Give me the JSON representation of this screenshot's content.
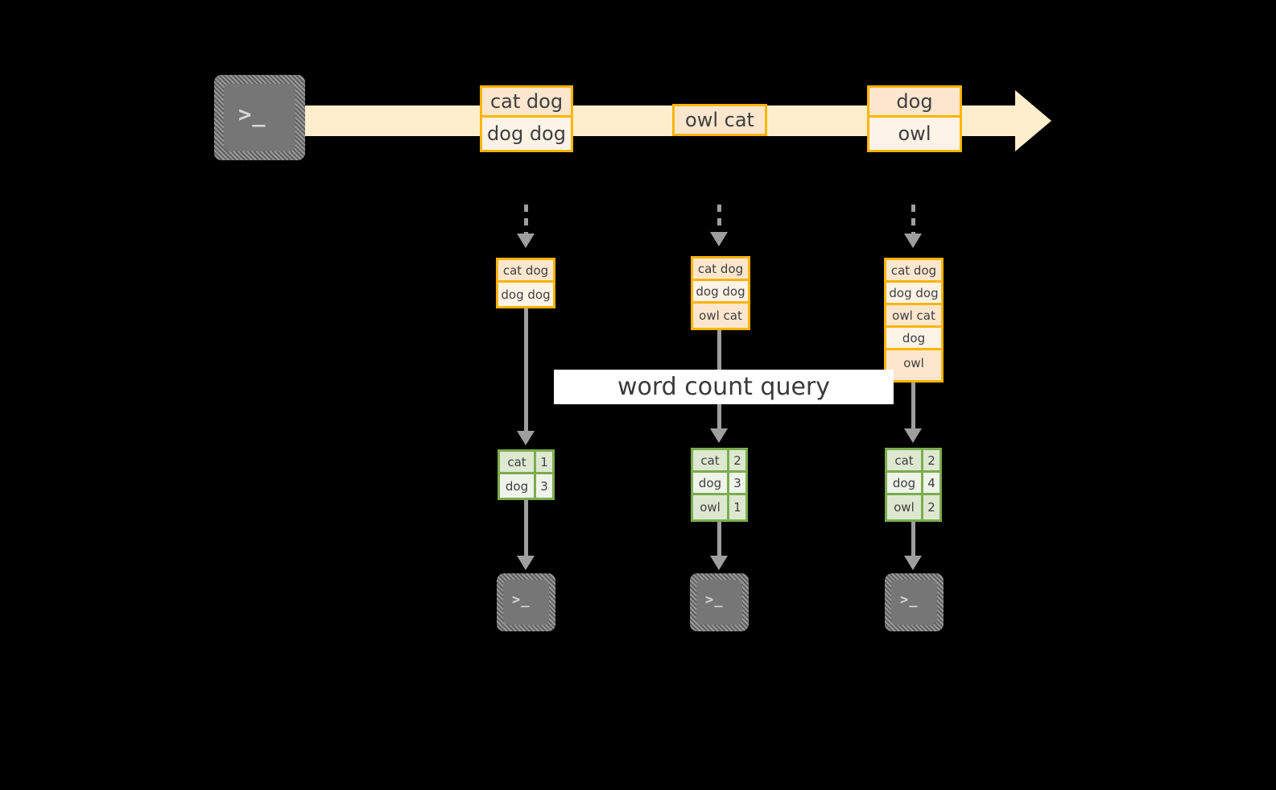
{
  "diagram": {
    "title_label": "word count query",
    "colors": {
      "stream_band": "#FEEFCC",
      "record_border": "#FFB400",
      "record_fill_dark": "#FCE6CD",
      "record_fill_light": "#FDF3E6",
      "result_border": "#7BAD4E",
      "result_fill_dark": "#DEE8D1",
      "result_fill_light": "#EFF4EA",
      "arrow": "#9E9E9E",
      "icon_face": "#767676",
      "background": "#000000",
      "text": "#3F3F3F"
    },
    "source": {
      "icon_name": "terminal-icon",
      "glyph": ">_"
    },
    "stream": {
      "batches": [
        {
          "lines": [
            "cat dog",
            "dog dog"
          ]
        },
        {
          "lines": [
            "owl cat"
          ]
        },
        {
          "lines": [
            "dog",
            "owl"
          ]
        }
      ]
    },
    "columns": [
      {
        "accumulated": {
          "lines": [
            "cat dog",
            "dog dog"
          ]
        },
        "result": {
          "rows": [
            {
              "word": "cat",
              "count": "1"
            },
            {
              "word": "dog",
              "count": "3"
            }
          ]
        },
        "sink": {
          "icon_name": "terminal-icon",
          "glyph": ">_"
        }
      },
      {
        "accumulated": {
          "lines": [
            "cat dog",
            "dog dog",
            "owl cat"
          ]
        },
        "result": {
          "rows": [
            {
              "word": "cat",
              "count": "2"
            },
            {
              "word": "dog",
              "count": "3"
            },
            {
              "word": "owl",
              "count": "1"
            }
          ]
        },
        "sink": {
          "icon_name": "terminal-icon",
          "glyph": ">_"
        }
      },
      {
        "accumulated": {
          "lines": [
            "cat dog",
            "dog dog",
            "owl cat",
            "dog",
            "owl"
          ]
        },
        "result": {
          "rows": [
            {
              "word": "cat",
              "count": "2"
            },
            {
              "word": "dog",
              "count": "4"
            },
            {
              "word": "owl",
              "count": "2"
            }
          ]
        },
        "sink": {
          "icon_name": "terminal-icon",
          "glyph": ">_"
        }
      }
    ]
  }
}
